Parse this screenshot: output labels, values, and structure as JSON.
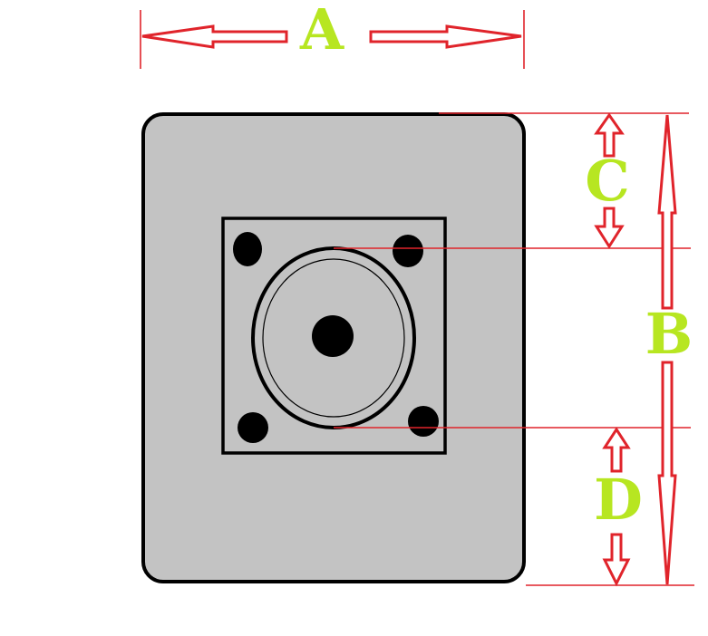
{
  "colors": {
    "dimension": "#e0242b",
    "label": "#b7e621",
    "plate_fill": "#c3c3c3",
    "outline": "#000000",
    "background": "#ffffff"
  },
  "dimensions": {
    "A": "A",
    "B": "B",
    "C": "C",
    "D": "D"
  }
}
